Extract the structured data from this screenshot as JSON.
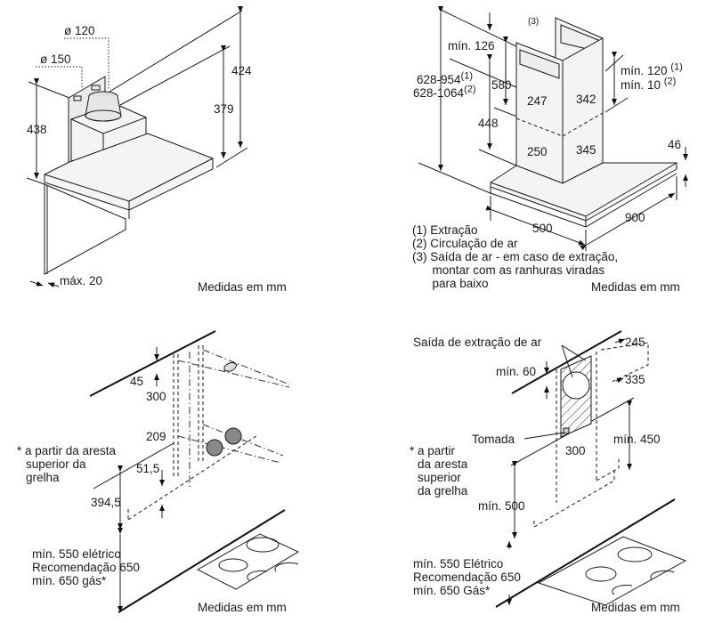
{
  "unit_note": "Medidas em mm",
  "panels": {
    "side_view": {
      "duct_diameter_1": "ø 120",
      "duct_diameter_2": "ø 150",
      "height_total": "424",
      "height_body": "379",
      "depth_left": "438",
      "wall_gap": "máx. 20",
      "unit_note": "Medidas em mm"
    },
    "front_view": {
      "callout_3": "(3)",
      "min_top": "mín. 126",
      "total_height_1": "628-954",
      "total_height_1_sup": "(1)",
      "total_height_2": "628-1064",
      "total_height_2_sup": "(2)",
      "upper_chimney": "580",
      "lower_chimney": "448",
      "upper_width": "247",
      "upper_depth": "342",
      "lower_width": "250",
      "lower_depth": "345",
      "min_extraction": "mín. 120",
      "min_extraction_sup": "(1)",
      "min_recirculation": "mín. 10",
      "min_recirculation_sup": "(2)",
      "canopy_thickness": "46",
      "depth": "500",
      "width": "900",
      "legend": [
        "(1) Extração",
        "(2) Circulação de ar",
        "(3) Saída de ar - em caso de extração,",
        "      montar com as ranhuras viradas",
        "      para baixo"
      ],
      "unit_note": "Medidas em mm"
    },
    "mounting_view": {
      "dim_45": "45",
      "dim_300": "300",
      "dim_209": "209",
      "dim_515": "51,5",
      "dim_3945": "394,5",
      "footnote": [
        "* a partir da aresta",
        "superior da",
        "grelha"
      ],
      "clearance": [
        "mín. 550 elétrico",
        "Recomendação 650",
        "mín. 650 gás*"
      ],
      "unit_note": "Medidas em mm"
    },
    "outlet_view": {
      "outlet_label": "Saída de extração de ar",
      "min_60": "mín. 60",
      "dim_245": "245",
      "dim_335": "335",
      "socket_label": "Tomada",
      "dim_300": "300",
      "min_450": "mín. 450",
      "min_500": "mín. 500",
      "footnote": [
        "* a partir",
        "da aresta",
        "superior",
        "da grelha"
      ],
      "clearance": [
        "mín. 550 Elétrico",
        "Recomendação 650",
        "mín. 650 Gás*"
      ],
      "unit_note": "Medidas em mm"
    }
  }
}
